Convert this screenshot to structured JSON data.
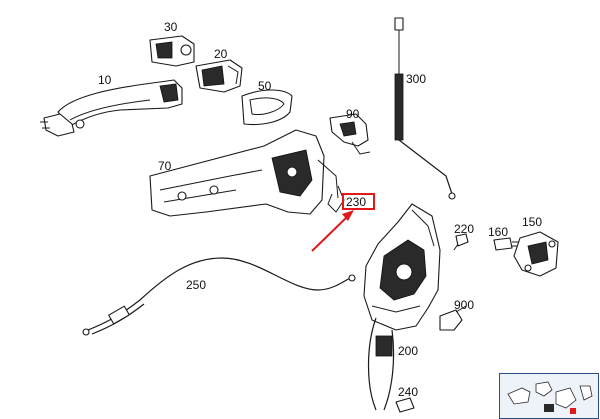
{
  "diagram": {
    "callouts": {
      "p10": "10",
      "p20": "20",
      "p30": "30",
      "p50": "50",
      "p70": "70",
      "p90": "90",
      "p150": "150",
      "p160": "160",
      "p200": "200",
      "p220": "220",
      "p230": "230",
      "p240": "240",
      "p250": "250",
      "p300": "300",
      "p900": "900"
    },
    "highlight": {
      "part": "230",
      "color": "#e01a1a"
    }
  }
}
